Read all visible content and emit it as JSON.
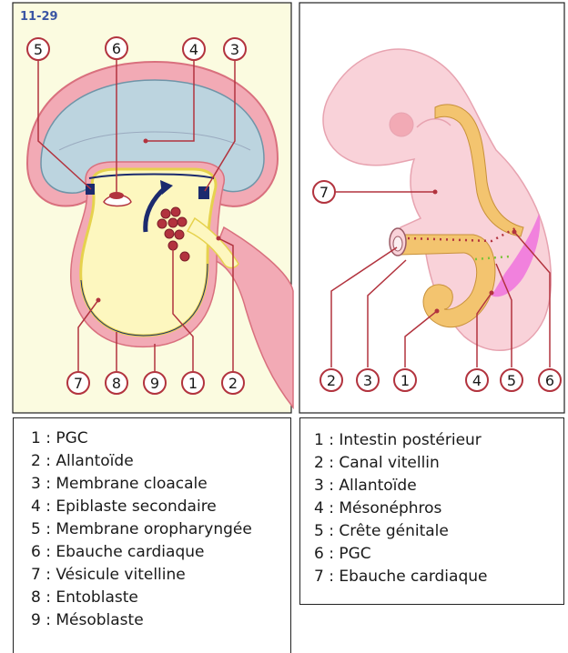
{
  "figure_code": "11-29",
  "left_panel": {
    "markers": [
      "5",
      "6",
      "4",
      "3",
      "7",
      "8",
      "9",
      "1",
      "2"
    ]
  },
  "right_panel": {
    "markers": [
      "7",
      "2",
      "3",
      "1",
      "4",
      "5",
      "6"
    ]
  },
  "legend_left": [
    "1 : PGC",
    "2 : Allantoïde",
    "3 : Membrane cloacale",
    "4 : Epiblaste secondaire",
    "5 : Membrane oropharyngée",
    "6 : Ebauche cardiaque",
    "7 : Vésicule vitelline",
    "8 : Entoblaste",
    "9 : Mésoblaste"
  ],
  "legend_right": [
    "1 : Intestin postérieur",
    "2 : Canal vitellin",
    "3 : Allantoïde",
    "4 : Mésonéphros",
    "5 : Crête génitale",
    "6 : PGC",
    "7 : Ebauche cardiaque"
  ],
  "colors": {
    "marker_red": "#b2333e",
    "pink_tissue": "#f2aab5",
    "light_pink": "#f9d2d9",
    "blue_cavity": "#bcd4df",
    "yolk_yellow": "#fdf7bf",
    "gut_orange": "#f3c46f",
    "genital_magenta": "#ee66dd",
    "navy": "#1b2a6e"
  }
}
